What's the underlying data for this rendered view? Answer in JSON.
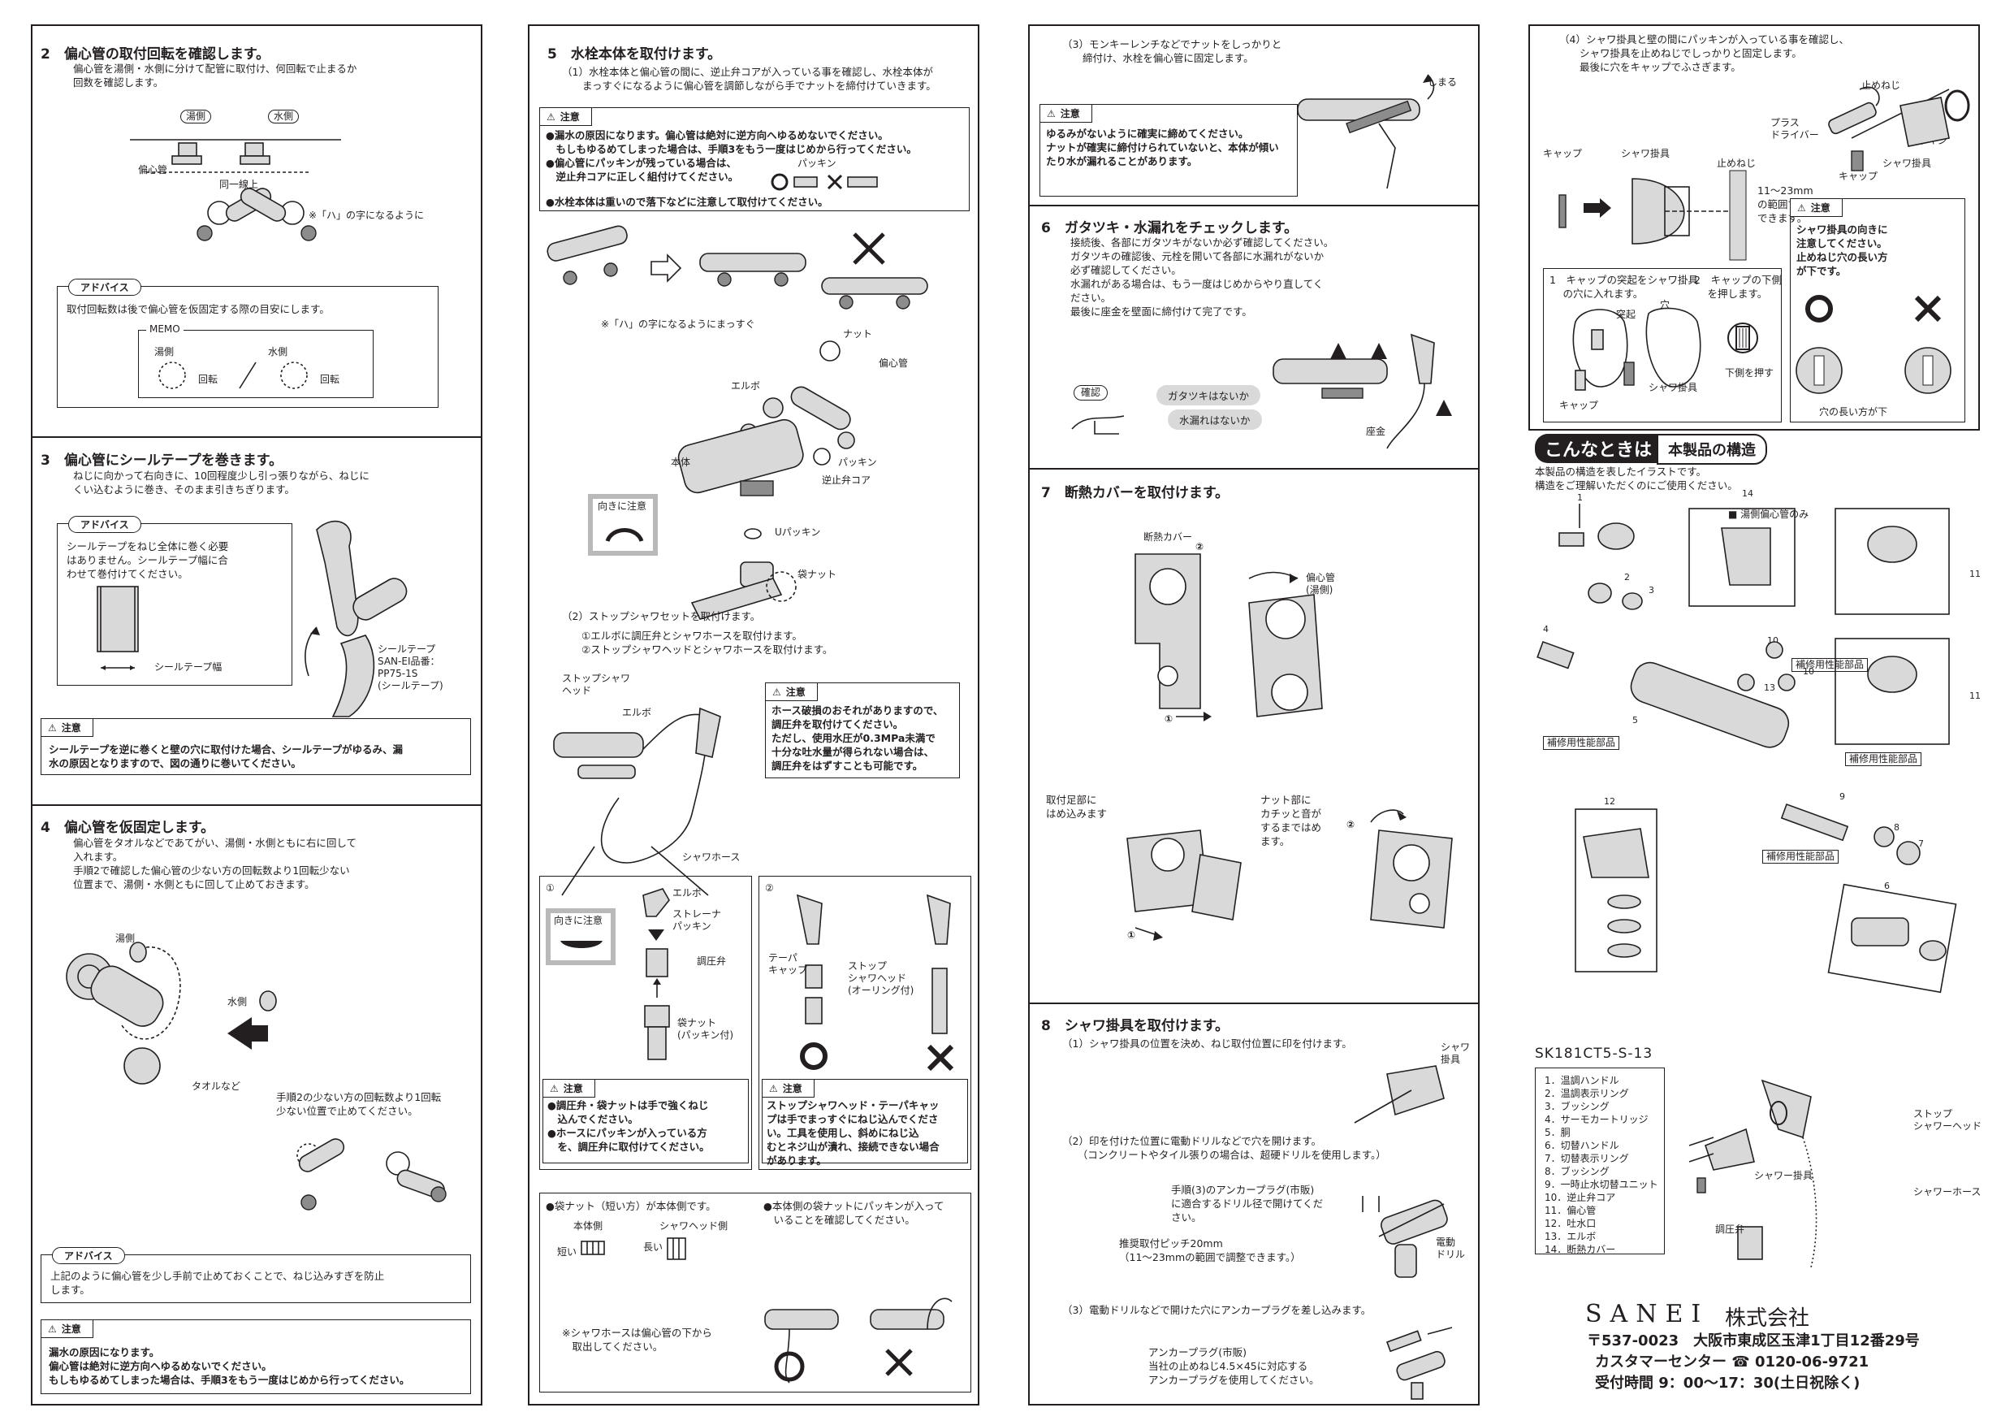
{
  "col1": {
    "s2": {
      "title": "2　偏心管の取付回転を確認します。",
      "text": "偏心管を湯側・水側に分けて配管に取付け、何回転で止まるか\n回数を確認します。",
      "label_yu": "湯側",
      "label_mizu": "水側",
      "label_henshinkan": "偏心管",
      "label_doitsu": "同一線上",
      "note_hachi": "※「ハ」の字になるように",
      "advice_tag": "アドバイス",
      "advice_text": "取付回転数は後で偏心管を仮固定する際の目安にします。",
      "memo": "MEMO",
      "memo_yu": "湯側",
      "memo_mizu": "水側",
      "kaiten1": "回転",
      "kaiten2": "回転"
    },
    "s3": {
      "title": "3　偏心管にシールテープを巻きます。",
      "text": "ねじに向かって右向きに、10回程度少し引っ張りながら、ねじに\nくい込むように巻き、そのまま引きちぎります。",
      "advice_tag": "アドバイス",
      "advice_text": "シールテープをねじ全体に巻く必要\nはありません。シールテープ幅に合\nわせて巻付けてください。",
      "tape_width": "シールテープ幅",
      "tape_label": "シールテープ\nSAN-EI品番：\nPP75-1S\n(シールテープ)",
      "caution_head": "注意",
      "caution_text": "シールテープを逆に巻くと壁の穴に取付けた場合、シールテープがゆるみ、漏\n水の原因となりますので、図の通りに巻いてください。"
    },
    "s4": {
      "title": "4　偏心管を仮固定します。",
      "text": "偏心管をタオルなどであてがい、湯側・水側ともに右に回して\n入れます。\n手順2で確認した偏心管の少ない方の回転数より1回転少ない\n位置まで、湯側・水側ともに回して止めておきます。",
      "label_yu": "湯側",
      "label_mizu": "水側",
      "label_towel": "タオルなど",
      "note": "手順2の少ない方の回転数より1回転\n少ない位置で止めてください。",
      "advice_tag": "アドバイス",
      "advice_text": "上記のように偏心管を少し手前で止めておくことで、ねじ込みすぎを防止\nします。",
      "caution_head": "注意",
      "caution_text": "漏水の原因になります。\n偏心管は絶対に逆方向へゆるめないでください。\nもしもゆるめてしまった場合は、手順3をもう一度はじめから行ってください。"
    }
  },
  "col2": {
    "s5": {
      "title": "5　水栓本体を取付けます。",
      "text1": "（1）水栓本体と偏心管の間に、逆止弁コアが入っている事を確認し、水栓本体が\n　　まっすぐになるように偏心管を調節しながら手でナットを締付けていきます。",
      "caution_head": "注意",
      "caution_text": "●漏水の原因になります。偏心管は絶対に逆方向へゆるめないでください。\n　もしもゆるめてしまった場合は、手順3をもう一度はじめから行ってください。\n●偏心管にパッキンが残っている場合は、\n　逆止弁コアに正しく組付けてください。",
      "caution_text2": "●水栓本体は重いので落下などに注意して取付けてください。",
      "packing": "パッキン",
      "note_hachi": "※「ハ」の字になるようにまっすぐ",
      "label_nut": "ナット",
      "label_henshinkan": "偏心管",
      "label_elbow": "エルボ",
      "label_hontai": "本体",
      "label_packing": "パッキン",
      "label_gyakushiben": "逆止弁コア",
      "label_mukini": "向きに注意",
      "label_upacking": "Uパッキン",
      "label_fukuronut": "袋ナット",
      "text2": "（2）ストップシャワセットを取付けます。",
      "text2a": "①エルボに調圧弁とシャワホースを取付けます。\n②ストップシャワヘッドとシャワホースを取付けます。",
      "label_stopshower": "ストップシャワ\nヘッド",
      "label_elbow2": "エルボ",
      "label_hose": "シャワホース",
      "caution2_head": "注意",
      "caution2_text": "ホース破損のおそれがありますので、\n調圧弁を取付けてください。\nただし、使用水圧が0.3MPa未満で\n十分な吐水量が得られない場合は、\n調圧弁をはずすことも可能です。",
      "sub1_num": "①",
      "sub1_mukini": "向きに注意",
      "sub1_elbow": "エルボ",
      "sub1_strainer": "ストレーナ\nパッキン",
      "sub1_chouatsu": "調圧弁",
      "sub1_fukuro": "袋ナット\n(パッキン付)",
      "sub1_caution_head": "注意",
      "sub1_caution_text": "●調圧弁・袋ナットは手で強くねじ\n　込んでください。\n●ホースにパッキンが入っている方\n　を、調圧弁に取付けてください。",
      "sub2_num": "②",
      "sub2_taper": "テーパ\nキャップ",
      "sub2_stop": "ストップ\nシャワヘッド\n(オーリング付)",
      "sub2_caution_head": "注意",
      "sub2_caution_text": "ストップシャワヘッド・テーパキャッ\nプは手でまっすぐにねじ込んでくださ\nい。工具を使用し、斜めにねじ込\nむとネジ山が潰れ、接続できない場合\nがあります。",
      "bottom_left": "●袋ナット（短い方）が本体側です。",
      "bottom_hontai": "本体側",
      "bottom_shower": "シャワヘッド側",
      "bottom_short": "短い",
      "bottom_long": "長い",
      "bottom_right": "●本体側の袋ナットにパッキンが入って\n　いることを確認してください。",
      "bottom_note": "※シャワホースは偏心管の下から\n　取出してください。"
    }
  },
  "col3": {
    "s5_3": {
      "text": "（3）モンキーレンチなどでナットをしっかりと\n　　締付け、水栓を偏心管に固定します。",
      "shimeru": "しまる",
      "caution_head": "注意",
      "caution_text": "ゆるみがないように確実に締めてください。\nナットが確実に締付けられていないと、本体が傾い\nたり水が漏れることがあります。"
    },
    "s6": {
      "title": "6　ガタツキ・水漏れをチェックします。",
      "text": "接続後、各部にガタツキがないか必ず確認してください。\nガタツキの確認後、元栓を開いて各部に水漏れがないか\n必ず確認してください。\n水漏れがある場合は、もう一度はじめからやり直してく\nださい。\n最後に座金を壁面に締付けて完了です。",
      "kakunin": "確認",
      "pill1": "ガタツキはないか",
      "pill2": "水漏れはないか",
      "zagane": "座金"
    },
    "s7": {
      "title": "7　断熱カバーを取付けます。",
      "cover": "断熱カバー",
      "henshin": "偏心管\n(湯側)",
      "asi": "取付足部に\nはめ込みます",
      "nut": "ナット部に\nカチッと音が\nするまではめ\nます。"
    },
    "s8": {
      "title": "8　シャワ掛具を取付けます。",
      "t1": "（1）シャワ掛具の位置を決め、ねじ取付位置に印を付けます。",
      "kakegu": "シャワ\n掛具",
      "t2": "（2）印を付けた位置に電動ドリルなどで穴を開けます。\n　　（コンクリートやタイル張りの場合は、超硬ドリルを使用します。）",
      "drill_note": "手順(3)のアンカープラグ(市販)\nに適合するドリル径で開けてくだ\nさい。",
      "pitch": "推奨取付ピッチ20mm\n（11～23mmの範囲で調整できます。）",
      "drill": "電動\nドリル",
      "t3": "（3）電動ドリルなどで開けた穴にアンカープラグを差し込みます。",
      "anchor": "アンカープラグ(市販)\n当社の止めねじ4.5×45に対応する\nアンカープラグを使用してください。"
    }
  },
  "col4": {
    "s8_4": {
      "text": "（4）シャワ掛具と壁の間にパッキンが入っている事を確認し、\n　　シャワ掛具を止めねじでしっかりと固定します。\n　　最後に穴をキャップでふさぎます。",
      "tomeneji": "止めねじ",
      "driver": "プラス\nドライバー",
      "packing": "パッキン",
      "kakegu": "シャワ掛具",
      "cap": "キャップ",
      "cap2": "キャップ",
      "kakegu2": "シャワ掛具",
      "tomeneji2": "止めねじ",
      "range": "11～23mm\nの範囲で調整\nできます。",
      "step1": "1　キャップの突起をシャワ掛具\n　 の穴に入れます。",
      "step2": "2　キャップの下側\n　 を押します。",
      "tokki": "突起",
      "ana": "穴",
      "cap3": "キャップ",
      "kakegu3": "シャワ掛具",
      "shita": "下側を押す",
      "caution_head": "注意",
      "caution_text": "シャワ掛具の向きに\n注意してください。\n止めねじ穴の長い方\nが下です。",
      "long_down": "穴の長い方が下"
    },
    "konna": "こんなときは",
    "konna2": "本製品の構造",
    "struct_text": "本製品の構造を表したイラストです。\n構造をご理解いただくのにご使用ください。",
    "yu_only": "■ 湯側偏心管のみ",
    "hoshu1": "補修用性能部品",
    "hoshu2": "補修用性能部品",
    "hoshu3": "補修用性能部品",
    "hoshu4": "補修用性能部品",
    "model": "SK181CT5-S-13",
    "parts": [
      "1．温調ハンドル",
      "2．温調表示リング",
      "3．ブッシング",
      "4．サーモカートリッジ",
      "5．胴",
      "6．切替ハンドル",
      "7．切替表示リング",
      "8．ブッシング",
      "9．一時止水切替ユニット",
      "10．逆止弁コア",
      "11．偏心管",
      "12．吐水口",
      "13．エルボ",
      "14．断熱カバー"
    ],
    "set_stop": "ストップ\nシャワーヘッド",
    "set_kakegu": "シャワー掛具",
    "set_hose": "シャワーホース",
    "set_chouatsu": "調圧弁",
    "brand": "SANEI",
    "company": "株式会社",
    "address": "〒537-0023　大阪市東成区玉津1丁目12番29号",
    "customer": "カスタマーセンター ☎ 0120-06-9721",
    "hours": "受付時間 9：00～17：30(土日祝除く)"
  }
}
